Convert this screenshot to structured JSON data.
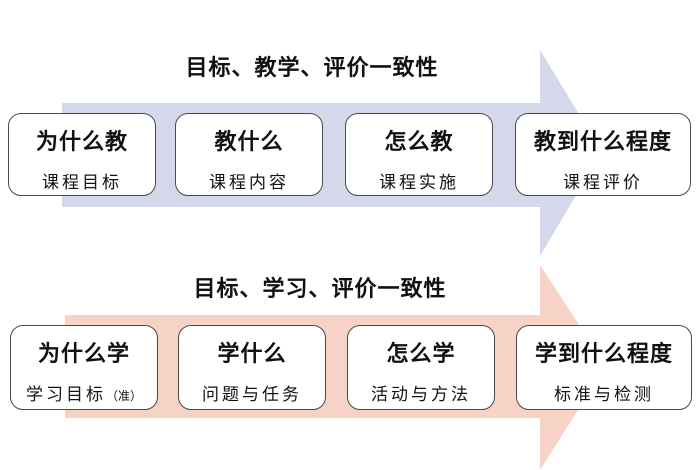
{
  "colors": {
    "top_arrow": "#d4d8ea",
    "bottom_arrow": "#f7d3c7",
    "box_border": "#4a4a4a"
  },
  "teaching": {
    "title": "目标、教学、评价一致性",
    "steps": [
      {
        "main": "为什么教",
        "sub": "课程目标"
      },
      {
        "main": "教什么",
        "sub": "课程内容"
      },
      {
        "main": "怎么教",
        "sub": "课程实施"
      },
      {
        "main": "教到什么程度",
        "sub": "课程评价"
      }
    ]
  },
  "learning": {
    "title": "目标、学习、评价一致性",
    "steps": [
      {
        "main": "为什么学",
        "sub": "学习目标",
        "sub_note": "（准）"
      },
      {
        "main": "学什么",
        "sub": "问题与任务"
      },
      {
        "main": "怎么学",
        "sub": "活动与方法"
      },
      {
        "main": "学到什么程度",
        "sub": "标准与检测"
      }
    ]
  }
}
